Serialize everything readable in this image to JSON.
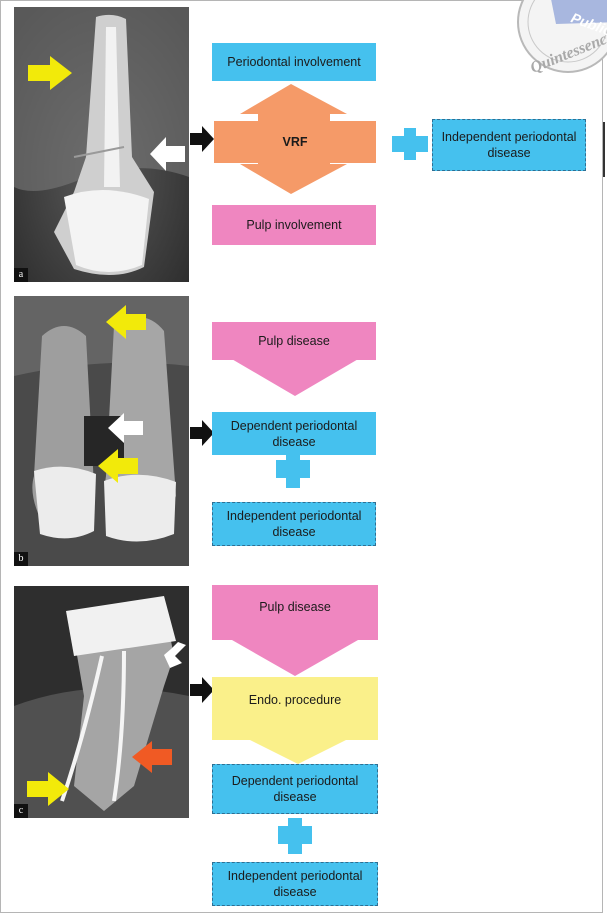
{
  "watermark": {
    "publisher": "Quintessence",
    "word": "Publica"
  },
  "panels": [
    {
      "label": "a",
      "top_box": "Periodontal involvement",
      "center_box": "VRF",
      "bottom_box": "Pulp involvement",
      "side_box": "Independent periodontal disease"
    },
    {
      "label": "b",
      "source_box": "Pulp disease",
      "dependent_box": "Dependent periodontal disease",
      "independent_box": "Independent periodontal disease"
    },
    {
      "label": "c",
      "source_box": "Pulp disease",
      "procedure_box": "Endo. procedure",
      "dependent_box": "Dependent periodontal disease",
      "independent_box": "Independent periodontal disease"
    }
  ],
  "colors": {
    "periodontal": "#45c1ee",
    "pulp": "#ef86c0",
    "vrf": "#f59a68",
    "procedure": "#faf08a",
    "arrow_yellow": "#f2ea0a",
    "arrow_white": "#ffffff",
    "arrow_orange": "#f05a24",
    "arrow_black": "#111111"
  }
}
